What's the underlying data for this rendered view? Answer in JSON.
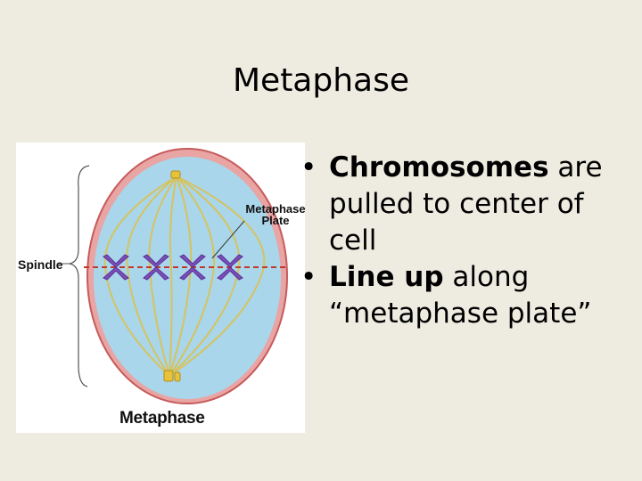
{
  "slide": {
    "title": "Metaphase",
    "bullets": [
      {
        "bold": "Chromosomes",
        "rest": " are pulled to center of cell"
      },
      {
        "bold": "Line up",
        "rest": " along “metaphase plate”"
      }
    ]
  },
  "figure": {
    "label_spindle": "Spindle",
    "label_plate_line1": "Metaphase",
    "label_plate_line2": "Plate",
    "caption": "Metaphase",
    "colors": {
      "cell_fill": "#a9d6ea",
      "cell_border": "#e07a7a",
      "spindle_fibers": "#d8c25a",
      "chromosomes": "#7b4fb8",
      "plate_line": "#c0392b",
      "centrioles": "#e8c23a"
    }
  }
}
